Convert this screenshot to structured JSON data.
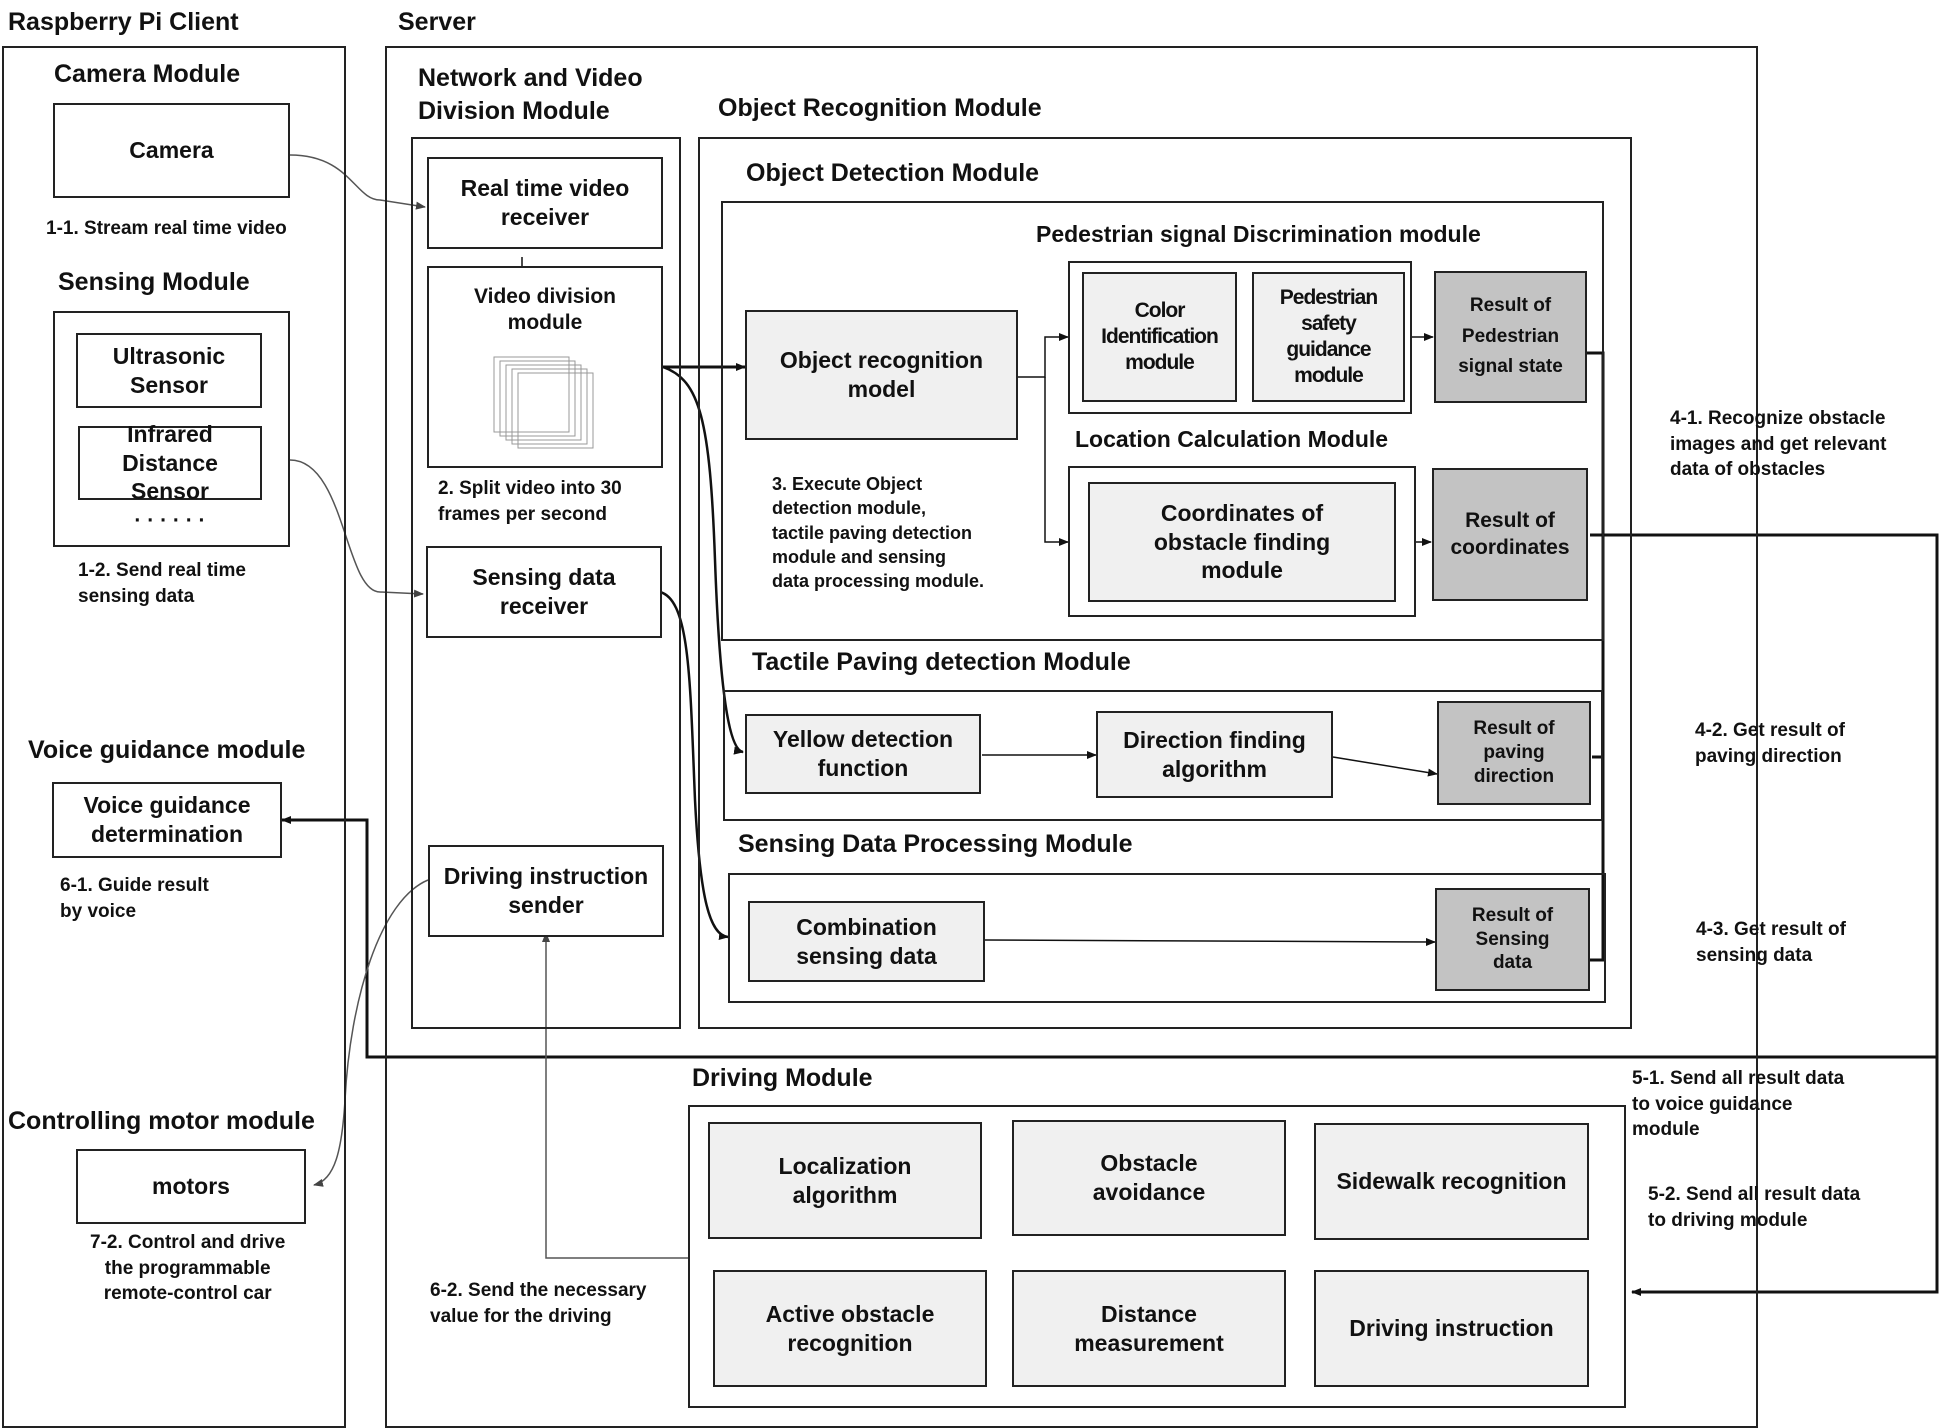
{
  "client": {
    "header": "Raspberry Pi Client",
    "camera_module": {
      "title": "Camera Module",
      "camera": "Camera",
      "note": "1-1. Stream real time video"
    },
    "sensing_module": {
      "title": "Sensing Module",
      "ultrasonic": "Ultrasonic\nSensor",
      "infrared": "Infrared\nDistance Sensor",
      "ellipsis": "· · · · · ·",
      "note": "1-2. Send real time\n       sensing data"
    },
    "voice_module": {
      "title": "Voice guidance module",
      "box": "Voice guidance\ndetermination",
      "note": "6-1. Guide result\n       by voice"
    },
    "motor_module": {
      "title": "Controlling motor module",
      "box": "motors",
      "note": "7-2. Control and drive\n  the programmable\nremote-control car"
    }
  },
  "server": {
    "header": "Server",
    "network": {
      "title": "Network and Video\nDivision Module",
      "video_receiver": "Real time video\nreceiver",
      "video_division": "Video division\nmodule",
      "split_note": "2. Split video into 30\n   frames per second",
      "sensing_receiver": "Sensing data\nreceiver",
      "driving_sender": "Driving instruction\nsender"
    },
    "object_recognition": {
      "title": "Object   Recognition Module",
      "detection": {
        "title": "Object   Detection Module",
        "model": "Object   recognition\nmodel",
        "execute_note": "3. Execute   Object\ndetection module,\ntactile paving detection\nmodule and sensing\ndata processing module.",
        "ped_title": "Pedestrian signal   Discrimination module",
        "color": "Color\nIdentification\nmodule",
        "safety": "Pedestrian\nsafety\nguidance\nmodule",
        "ped_result": "Result of\nPedestrian\nsignal state",
        "loc_title": "Location Calculation Module",
        "coords": "Coordinates of\nobstacle finding\nmodule",
        "coords_result": "Result of\ncoordinates"
      },
      "tactile": {
        "title": "Tactile Paving detection Module",
        "yellow": "Yellow detection\nfunction",
        "direction": "Direction finding\nalgorithm",
        "result": "Result of\npaving\ndirection"
      },
      "sensing": {
        "title": "Sensing Data Processing Module",
        "combination": "Combination\nsensing data",
        "result": "Result of\nSensing\ndata"
      }
    },
    "driving": {
      "title": "Driving Module",
      "localization": "Localization\nalgorithm",
      "avoidance": "Obstacle\navoidance",
      "sidewalk": "Sidewalk recognition",
      "active": "Active obstacle\nrecognition",
      "distance": "Distance\nmeasurement",
      "instruction": "Driving instruction",
      "send_note": "6-2. Send the necessary\nvalue for the driving"
    }
  },
  "side_notes": {
    "n41": "4-1. Recognize obstacle\nimages and get relevant\ndata of obstacles",
    "n42": "4-2. Get result of\n           paving direction",
    "n43": "4-3. Get result of\n           sensing data",
    "n51": "5-1. Send all  result data\nto voice guidance\nmodule",
    "n52": "5-2. Send all  result data\nto driving module"
  }
}
